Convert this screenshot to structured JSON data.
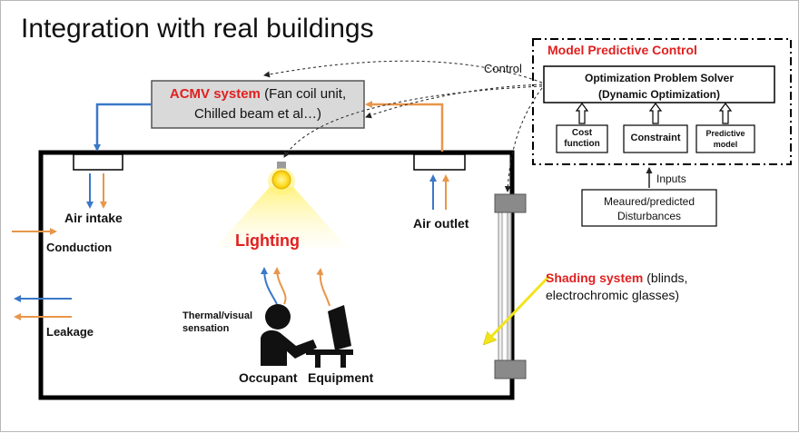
{
  "title": "Integration with real buildings",
  "acmv": {
    "name": "ACMV system",
    "detail_1": " (Fan coil unit,",
    "detail_2": "Chilled beam et al…)"
  },
  "mpc": {
    "title": "Model Predictive Control",
    "solver_line1": "Optimization Problem Solver",
    "solver_line2": "(Dynamic Optimization)",
    "cost_line1": "Cost",
    "cost_line2": "function",
    "constraint": "Constraint",
    "predictive_line1": "Predictive",
    "predictive_line2": "model"
  },
  "control_label": "Control",
  "inputs_label": "Inputs",
  "disturbances_line1": "Meaured/predicted",
  "disturbances_line2": "Disturbances",
  "room_labels": {
    "air_intake": "Air intake",
    "air_outlet": "Air outlet",
    "conduction": "Conduction",
    "leakage": "Leakage",
    "lighting": "Lighting",
    "sensation_line1": "Thermal/visual",
    "sensation_line2": "sensation",
    "occupant": "Occupant",
    "equipment": "Equipment"
  },
  "shading": {
    "name": "Shading system",
    "detail_1": " (blinds,",
    "detail_2": "electrochromic glasses)"
  },
  "colors": {
    "blue": "#3a78c8",
    "orange": "#e8964a",
    "red": "#e02020",
    "yellow": "#f2e41a",
    "gray_box": "#d9d9d9"
  }
}
